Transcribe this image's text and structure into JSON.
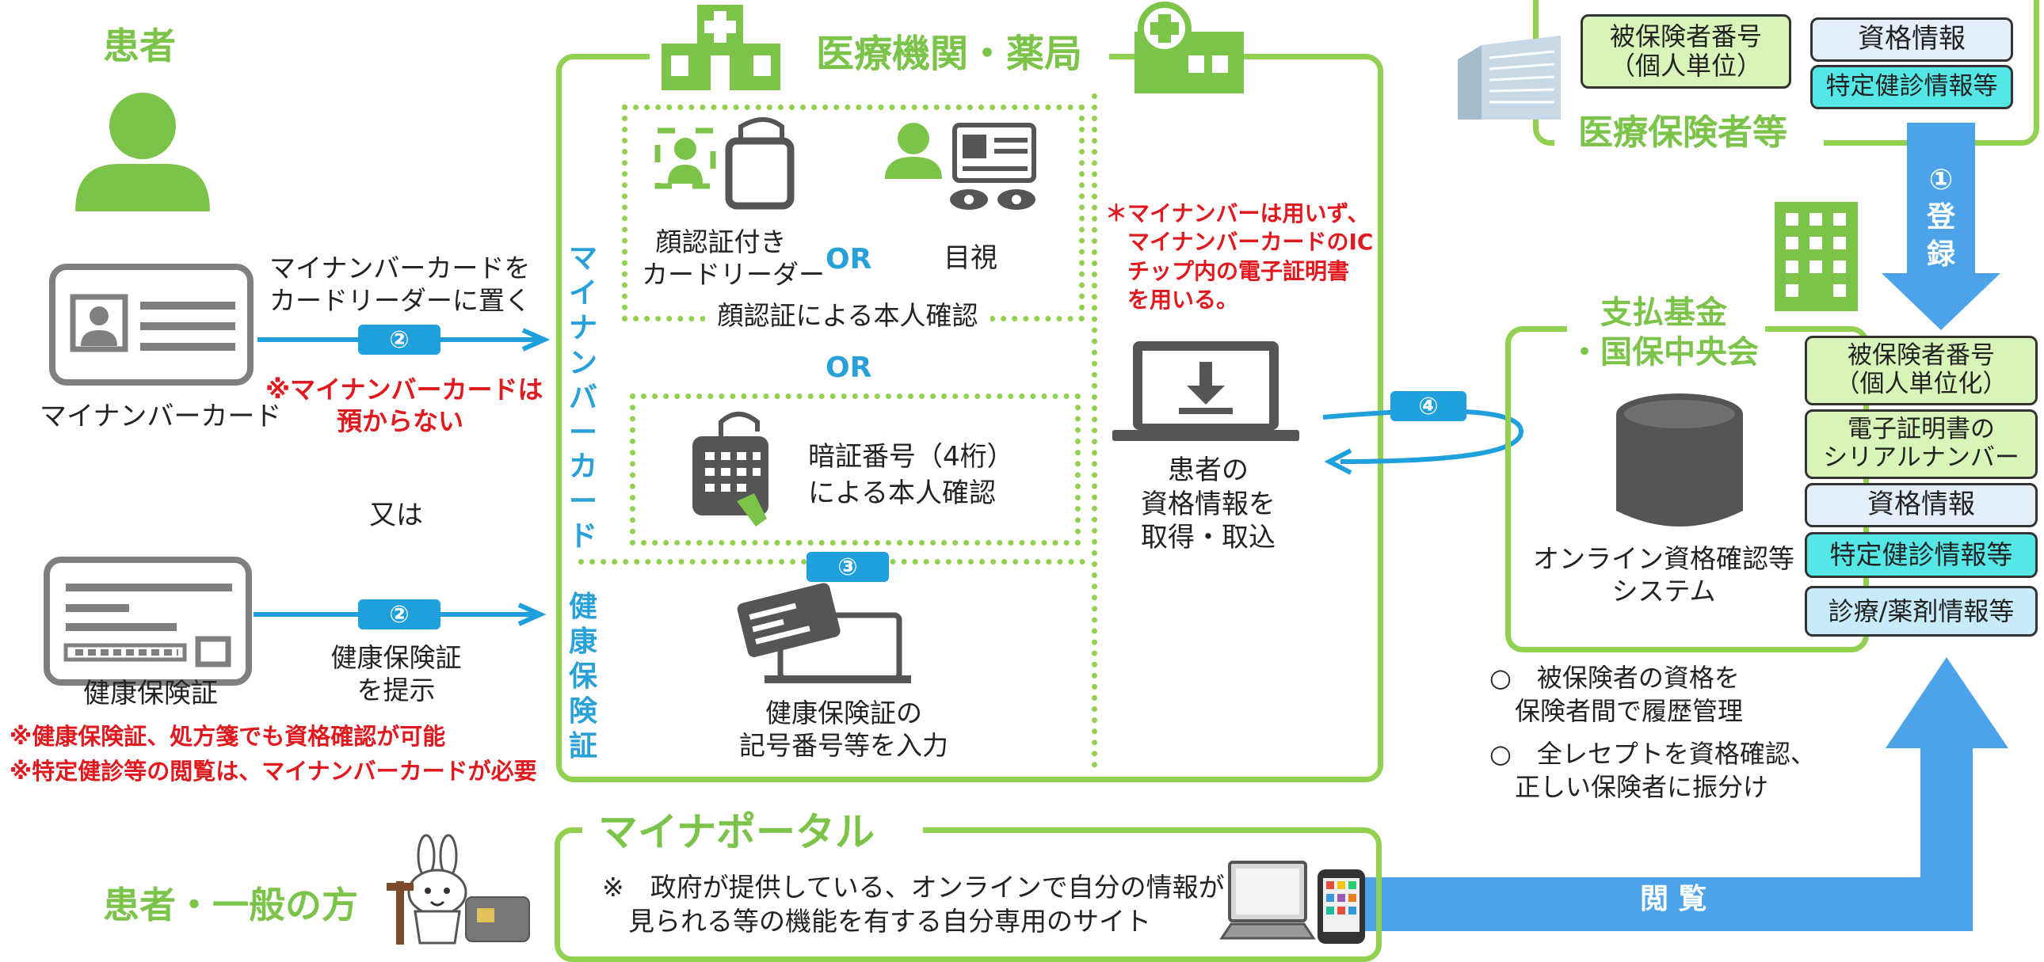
{
  "patient": {
    "title": "患者",
    "mynumber_card_label": "マイナンバーカード",
    "step2_card_text": "マイナンバーカードを\nカードリーダーに置く",
    "card_not_held": "※マイナンバーカードは\n預からない",
    "or_text": "又は",
    "insurance_card_label": "健康保険証",
    "step2_insurance_text": "健康保険証\nを提示",
    "note1": "※健康保険証、処方箋でも資格確認が可能",
    "note2": "※特定健診等の閲覧は、マイナンバーカードが必要"
  },
  "badges": {
    "b1": "①",
    "b2": "②",
    "b3": "③",
    "b4": "④"
  },
  "medical": {
    "title": "医療機関・薬局",
    "vertical_mynumber": "マイナンバーカード",
    "vertical_insurance": "健康保険証",
    "face_reader": "顔認証付き\nカードリーダー",
    "or": "OR",
    "visual": "目視",
    "face_verify": "顔認証による本人確認",
    "pin_verify": "暗証番号（4桁）\nによる本人確認",
    "insurance_input": "健康保険証の\n記号番号等を入力",
    "ic_note": "＊マイナンバーは用いず、\n　マイナンバーカードのIC\n　チップ内の電子証明書\n　を用いる。",
    "acquire": "患者の\n資格情報を\n取得・取込"
  },
  "insurer": {
    "title": "医療保険者等",
    "id_box": "被保険者番号\n（個人単位）",
    "qual_box": "資格情報",
    "checkup_box": "特定健診情報等",
    "register": "①\n登\n録"
  },
  "fund": {
    "title": "支払基金\n・国保中央会",
    "system": "オンライン資格確認等\nシステム",
    "id_box": "被保険者番号\n（個人単位化）",
    "cert_box": "電子証明書の\nシリアルナンバー",
    "qual_box": "資格情報",
    "checkup_box": "特定健診情報等",
    "medical_info_box": "診療/薬剤情報等",
    "bullet1": "○　被保険者の資格を\n　保険者間で履歴管理",
    "bullet2": "○　全レセプトを資格確認、\n　正しい保険者に振分け"
  },
  "portal": {
    "title": "マイナポータル",
    "description": "※　政府が提供している、オンラインで自分の情報が\n　見られる等の機能を有する自分専用のサイト",
    "public_label": "患者・一般の方",
    "browse": "閲 覧"
  }
}
